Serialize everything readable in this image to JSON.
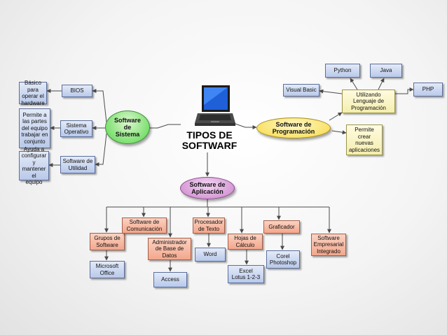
{
  "root": {
    "title": "TIPOS DE\nSOFTWARF"
  },
  "branches": {
    "sistema": "Software\nde\nSistema",
    "programacion": "Software de\nProgramación",
    "aplicacion": "Software de\nAplicación"
  },
  "sistema_items": {
    "bios": "BIOS",
    "sistema_operativo": "Sistema\nOperativo",
    "utilidad": "Software de\nUtilidad"
  },
  "sistema_descriptions": {
    "bios": "Básico para\noperar el\nhardware",
    "sistema_operativo": "Permite a\nlas partes\ndel equipo\ntrabajar en\nconjunto",
    "utilidad": "Ayuda a\nconfigurar y\nmantener el\nequipo"
  },
  "programacion_items": {
    "utilizando": "Utilizando\nLenguaje de\nProgramación",
    "permite": "Permite\ncrear\nnuevas\naplicaciones",
    "languages": {
      "visual_basic": "Visual Basic",
      "python": "Python",
      "java": "Java",
      "php": "PHP"
    }
  },
  "aplicacion_items": {
    "grupos": "Grupos de\nSoftware",
    "comunicacion": "Software de\nComunicación",
    "base_datos": "Administrador\nde Base de\nDatos",
    "texto": "Procesador\nde Texto",
    "calculo": "Hojas de\nCálculo",
    "graficador": "Graficador",
    "empresarial": "Software\nEmpresarial\nIntegrado"
  },
  "aplicacion_examples": {
    "office": "Microsoft\nOffice",
    "access": "Access",
    "word": "Word",
    "excel": "Excel\nLotus 1-2-3",
    "corel": "Corel\nPhotoshop"
  },
  "colors": {
    "connector": "#4a4a4a",
    "blue_node": "#b9c9ea",
    "salmon_node": "#f3a78c",
    "yellow_node": "#f4eeae",
    "oval_green": "#7ee071",
    "oval_yellow": "#f9e26a",
    "oval_purple": "#d79bd7"
  },
  "icons": {
    "laptop": "laptop-icon"
  }
}
